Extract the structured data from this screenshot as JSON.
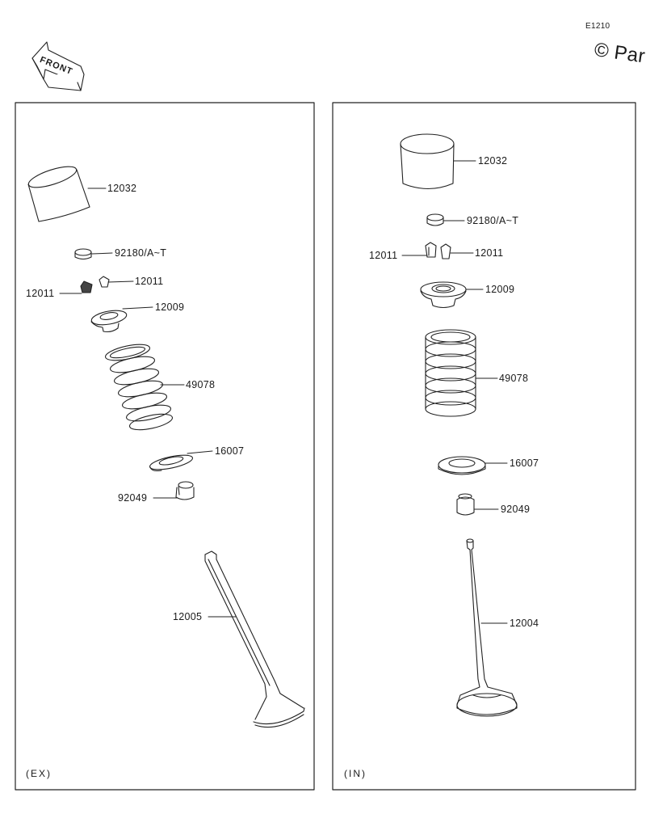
{
  "header": {
    "figure_code": "E1210",
    "copyright": "© Par",
    "front_label": "FRONT"
  },
  "left_panel": {
    "label": "(EX)",
    "parts": {
      "tappet": "12032",
      "shim": "92180/A~T",
      "cotter_left": "12011",
      "cotter_right": "12011",
      "retainer": "12009",
      "spring": "49078",
      "seat": "16007",
      "seal": "92049",
      "valve": "12005"
    }
  },
  "right_panel": {
    "label": "(IN)",
    "parts": {
      "tappet": "12032",
      "shim": "92180/A~T",
      "cotter_left": "12011",
      "cotter_right": "12011",
      "retainer": "12009",
      "spring": "49078",
      "seat": "16007",
      "seal": "92049",
      "valve": "12004"
    }
  }
}
